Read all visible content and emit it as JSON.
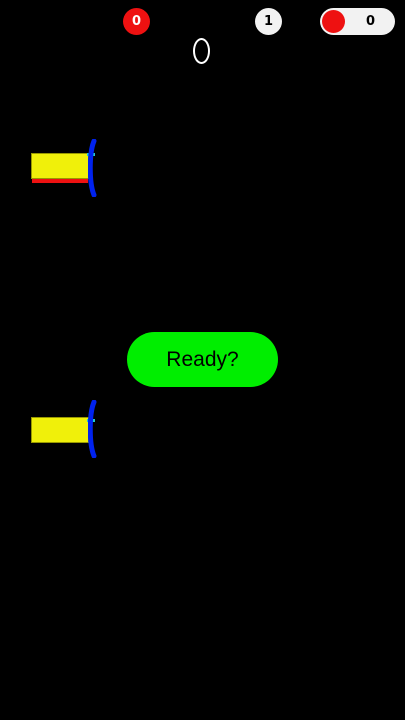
{
  "hud": {
    "red_score": "0",
    "white_score": "1",
    "toggle_count": "0"
  },
  "main": {
    "ready_label": "Ready?"
  },
  "colors": {
    "red": "#ee1111",
    "white": "#f2f2f2",
    "yellow": "#f0f00a",
    "blue": "#0022ee",
    "green": "#00ee00",
    "cyan": "#22cccc"
  },
  "icons": {
    "ball": "ball-outline-icon",
    "cannon": "cannon-icon"
  }
}
